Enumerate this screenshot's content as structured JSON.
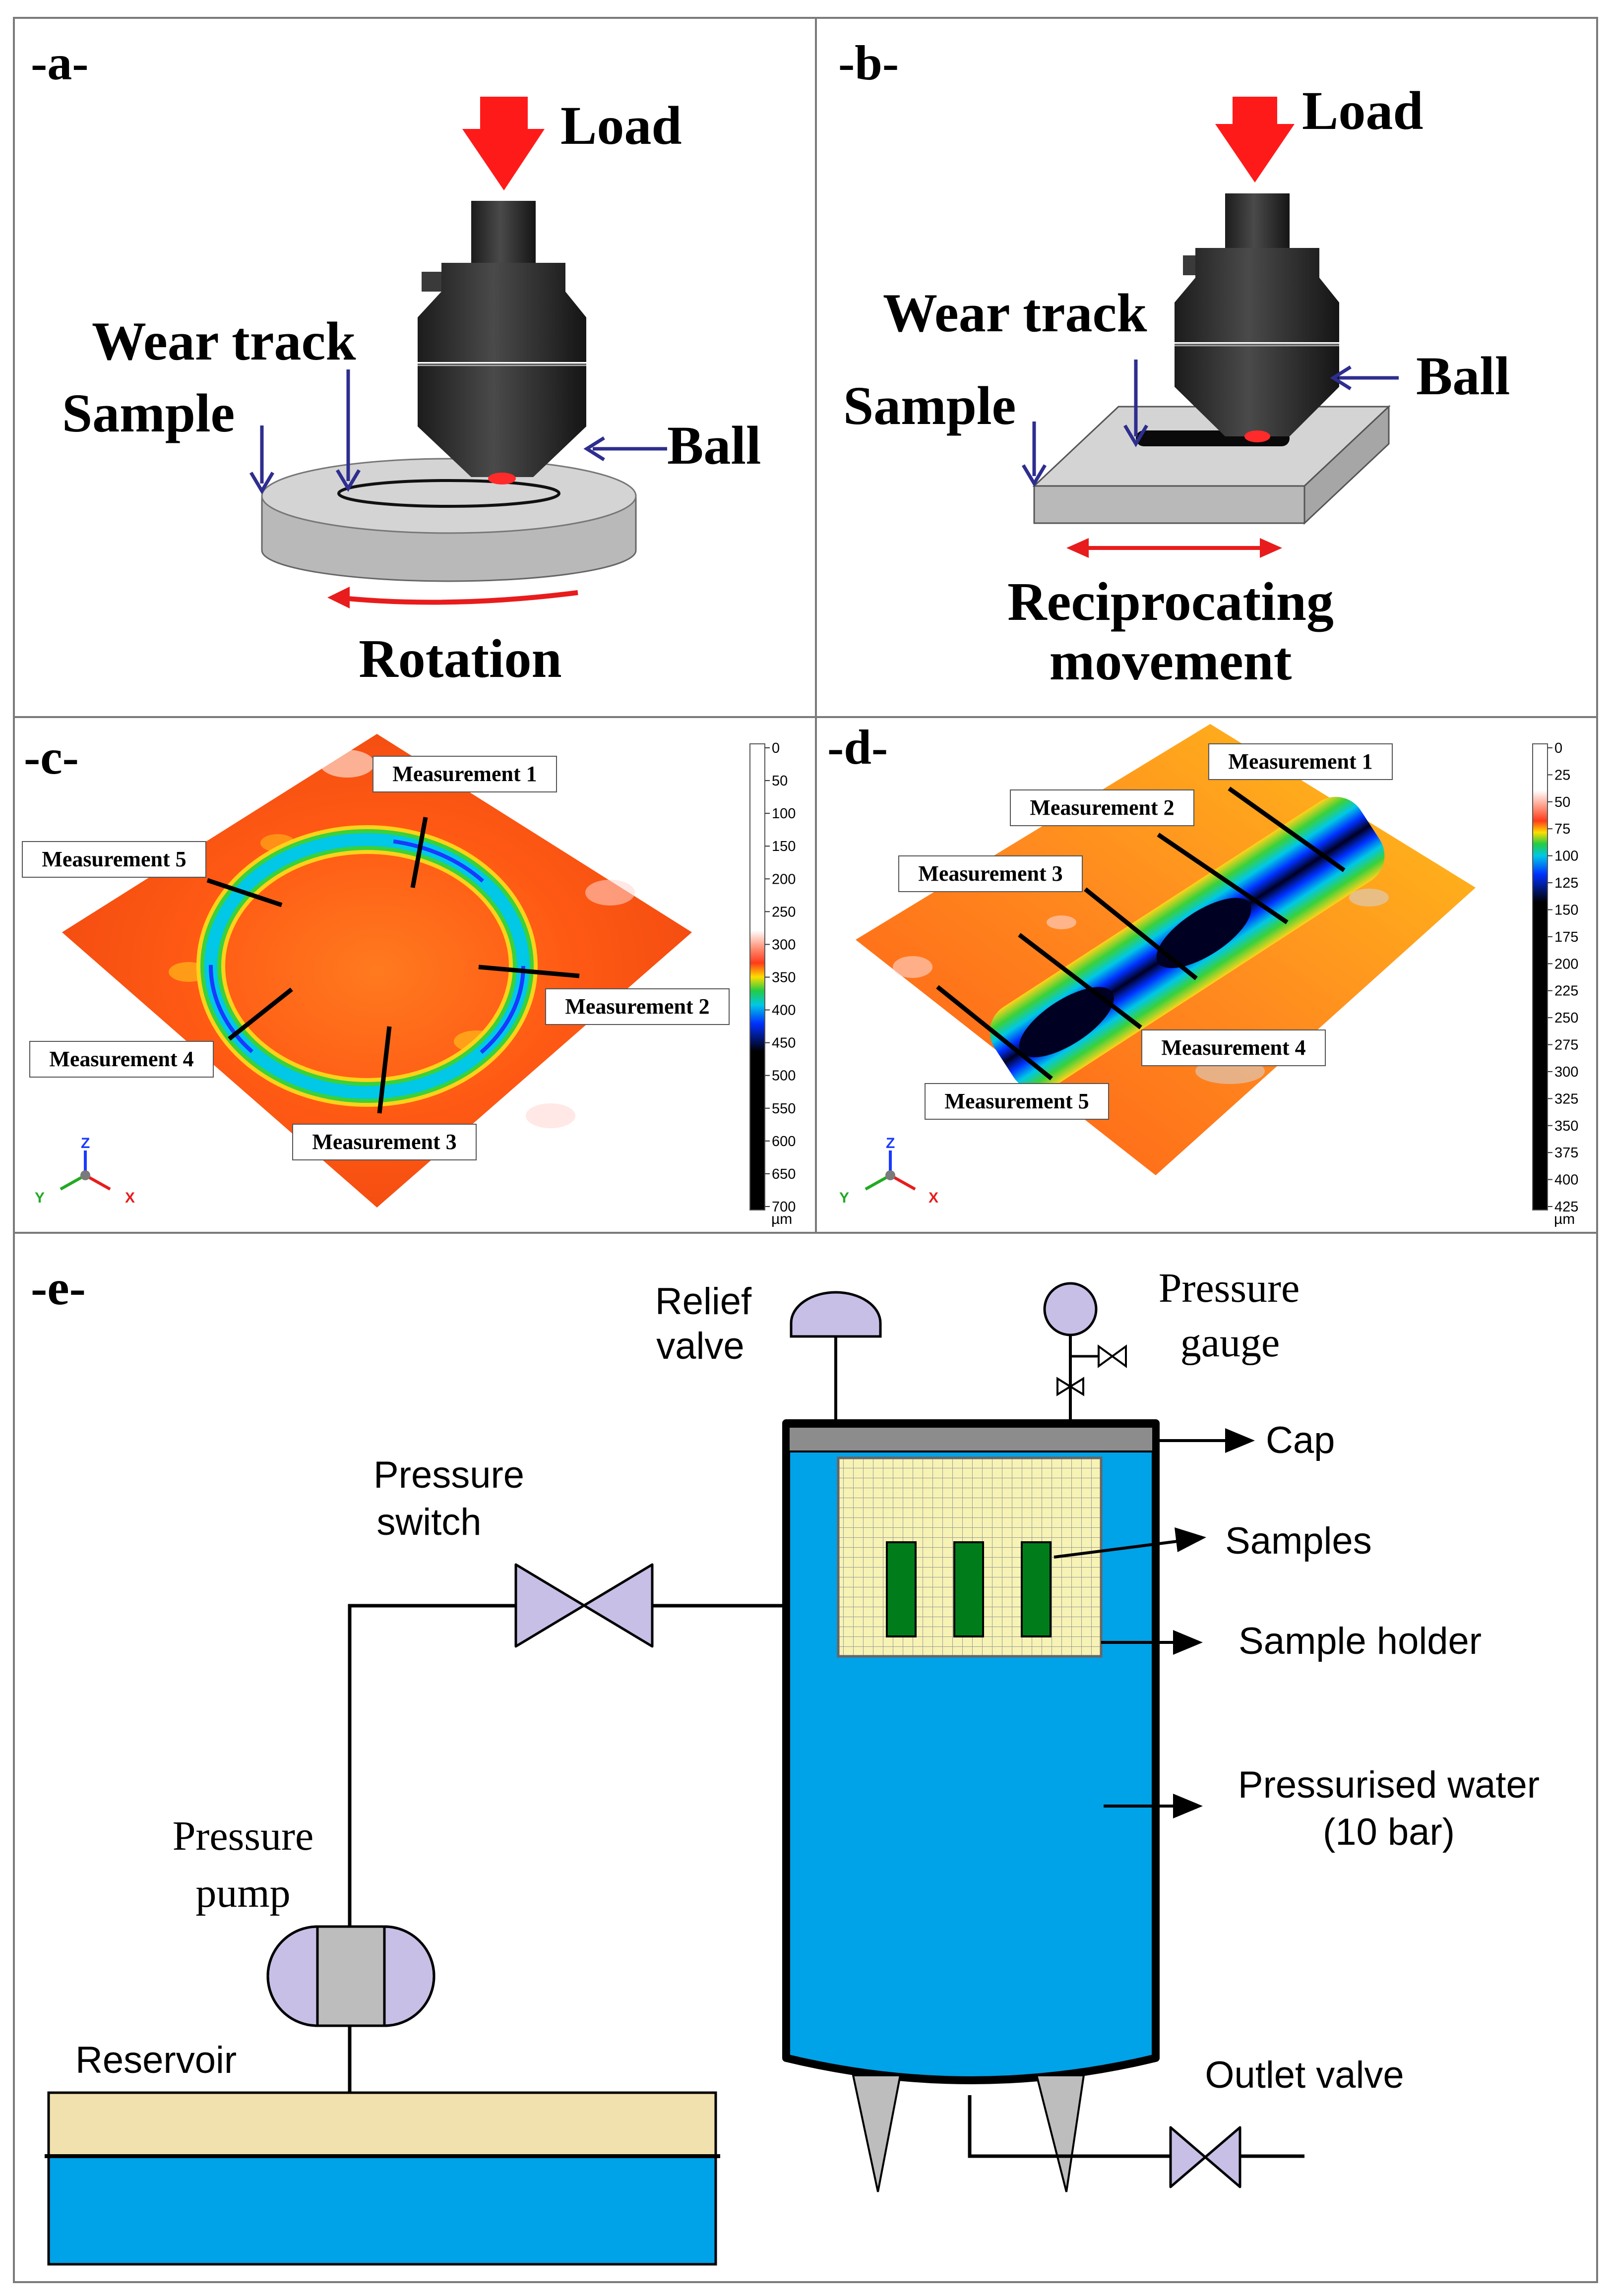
{
  "panels": {
    "a": {
      "label": "-a-",
      "load": "Load",
      "wear_track": "Wear track",
      "sample": "Sample",
      "ball": "Ball",
      "motion": "Rotation"
    },
    "b": {
      "label": "-b-",
      "load": "Load",
      "wear_track": "Wear track",
      "ball": "Ball",
      "sample": "Sample",
      "motion_line1": "Reciprocating",
      "motion_line2": "movement"
    },
    "c": {
      "label": "-c-",
      "measurements": [
        "Measurement 1",
        "Measurement 2",
        "Measurement 3",
        "Measurement 4",
        "Measurement 5"
      ],
      "scale_ticks": [
        "0",
        "50",
        "100",
        "150",
        "200",
        "250",
        "300",
        "350",
        "400",
        "450",
        "500",
        "550",
        "600",
        "650",
        "700"
      ],
      "scale_unit": "µm",
      "axes": {
        "z": "Z",
        "y": "Y",
        "x": "X"
      }
    },
    "d": {
      "label": "-d-",
      "measurements": [
        "Measurement 1",
        "Measurement 2",
        "Measurement 3",
        "Measurement 4",
        "Measurement 5"
      ],
      "scale_ticks": [
        "0",
        "25",
        "50",
        "75",
        "100",
        "125",
        "150",
        "175",
        "200",
        "225",
        "250",
        "275",
        "300",
        "325",
        "350",
        "375",
        "400",
        "425"
      ],
      "scale_unit": "µm",
      "axes": {
        "z": "Z",
        "y": "Y",
        "x": "X"
      }
    },
    "e": {
      "label": "-e-",
      "relief_valve_line1": "Relief",
      "relief_valve_line2": "valve",
      "pressure_gauge_line1": "Pressure",
      "pressure_gauge_line2": "gauge",
      "cap": "Cap",
      "pressure_switch_line1": "Pressure",
      "pressure_switch_line2": "switch",
      "samples": "Samples",
      "sample_holder": "Sample holder",
      "pressurised_water_line1": "Pressurised water",
      "pressurised_water_line2": "(10 bar)",
      "pressure_pump_line1": "Pressure",
      "pressure_pump_line2": "pump",
      "reservoir": "Reservoir",
      "outlet_valve": "Outlet valve"
    }
  },
  "colors": {
    "load_arrow": "#ff1a1a",
    "pointer_arrow": "#2e2e8f",
    "motion_arrow": "#e81c1c",
    "ball_holder": "#2a2a2a",
    "sample_face": "#cfcfcf",
    "water": "#00a2e8",
    "reservoir_top": "#f1e1ae",
    "valve_fill": "#c8bfe7",
    "sample_rod": "#007d1a",
    "holder_grid": "#f7f3b4"
  }
}
